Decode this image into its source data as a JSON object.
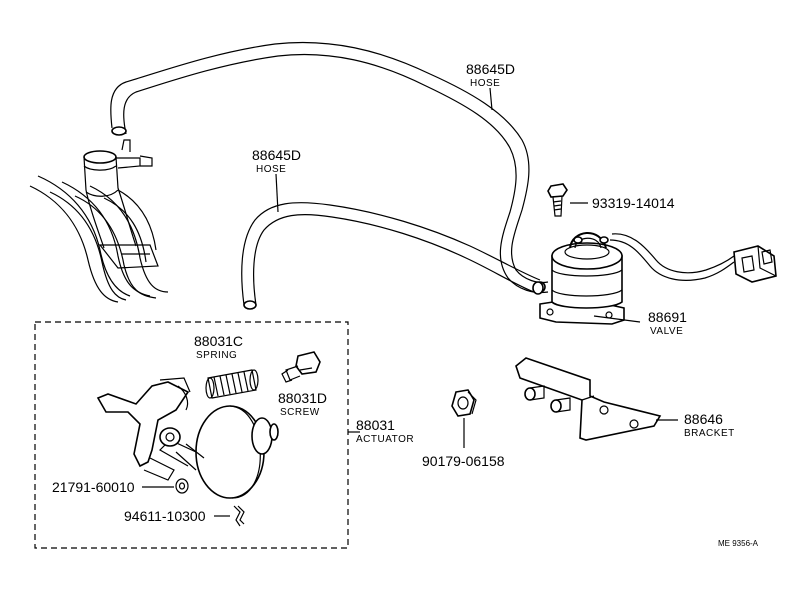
{
  "labels": {
    "hose_top_pn": "88645D",
    "hose_top_name": "HOSE",
    "hose_mid_pn": "88645D",
    "hose_mid_name": "HOSE",
    "bolt_pn": "93319-14014",
    "valve_pn": "88691",
    "valve_name": "VALVE",
    "spring_pn": "88031C",
    "spring_name": "SPRING",
    "screw_pn": "88031D",
    "screw_name": "SCREW",
    "actuator_pn": "88031",
    "actuator_name": "ACTUATOR",
    "washer_pn": "21791-60010",
    "clip_pn": "94611-10300",
    "nut_pn": "90179-06158",
    "bracket_pn": "88646",
    "bracket_name": "BRACKET",
    "ref_code": "ME 9356-A"
  }
}
